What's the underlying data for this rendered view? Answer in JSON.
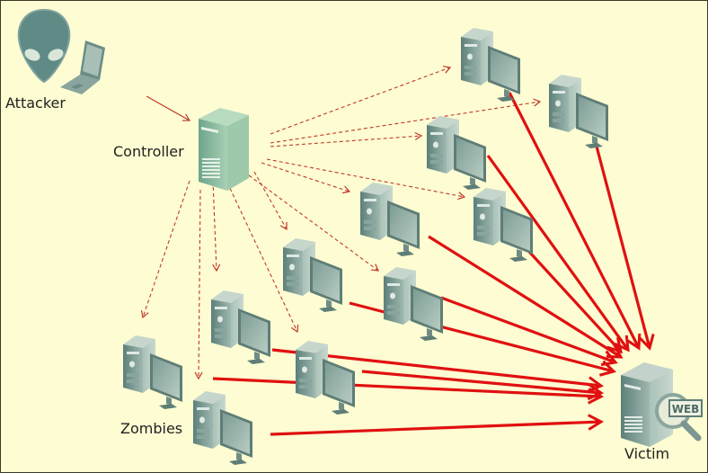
{
  "labels": {
    "attacker": "Attacker",
    "controller": "Controller",
    "zombies": "Zombies",
    "victim": "Victim",
    "web_badge": "WEB"
  },
  "colors": {
    "background": "#fdfcd2",
    "command_arrow": "#c0392b",
    "attack_arrow": "#e01010",
    "device": "#6f918a"
  },
  "nodes": {
    "attacker": {
      "icon": "alien-icon",
      "device": "laptop-icon"
    },
    "controller": {
      "icon": "server-icon"
    },
    "victim": {
      "icon": "web-server-icon"
    },
    "zombies": [
      {
        "id": "z1",
        "icon": "desktop-computer-icon"
      },
      {
        "id": "z2",
        "icon": "desktop-computer-icon"
      },
      {
        "id": "z3",
        "icon": "desktop-computer-icon"
      },
      {
        "id": "z4",
        "icon": "desktop-computer-icon"
      },
      {
        "id": "z5",
        "icon": "desktop-computer-icon"
      },
      {
        "id": "z6",
        "icon": "desktop-computer-icon"
      },
      {
        "id": "z7",
        "icon": "desktop-computer-icon"
      },
      {
        "id": "z8",
        "icon": "desktop-computer-icon"
      },
      {
        "id": "z9",
        "icon": "desktop-computer-icon"
      },
      {
        "id": "z10",
        "icon": "desktop-computer-icon"
      },
      {
        "id": "z11",
        "icon": "desktop-computer-icon"
      }
    ]
  },
  "edges": {
    "attacker_to_controller": {
      "style": "solid-thin"
    },
    "controller_to_zombies": {
      "style": "dashed",
      "targets": [
        "z1",
        "z2",
        "z3",
        "z4",
        "z5",
        "z6",
        "z7",
        "z8",
        "z9",
        "z10",
        "z11"
      ]
    },
    "zombies_to_victim": {
      "style": "solid-thick",
      "sources": [
        "z1",
        "z2",
        "z3",
        "z4",
        "z5",
        "z6",
        "z7",
        "z8",
        "z9",
        "z10",
        "z11"
      ]
    }
  }
}
